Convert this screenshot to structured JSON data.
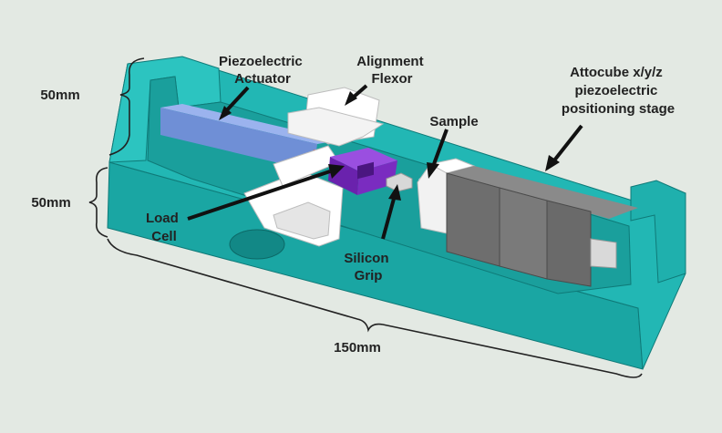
{
  "labels": {
    "piezo_actuator": [
      "Piezoelectric",
      "Actuator"
    ],
    "alignment_flexor": [
      "Alignment",
      "Flexor"
    ],
    "sample": "Sample",
    "attocube": [
      "Attocube x/y/z",
      "piezoelectric",
      "positioning stage"
    ],
    "load_cell": [
      "Load",
      "Cell"
    ],
    "silicon_grip": [
      "Silicon",
      "Grip"
    ],
    "dim_height_top": "50mm",
    "dim_depth": "50mm",
    "dim_length": "150mm"
  },
  "colors": {
    "background": "#e3e9e3",
    "base_top": "#22b7b4",
    "base_side": "#1aa6a3",
    "base_dark": "#138d8b",
    "actuator": "#6f8fd6",
    "load_cell": "#7a2cc0",
    "stage_dark": "#6a6a6a",
    "flexor": "#ffffff"
  }
}
